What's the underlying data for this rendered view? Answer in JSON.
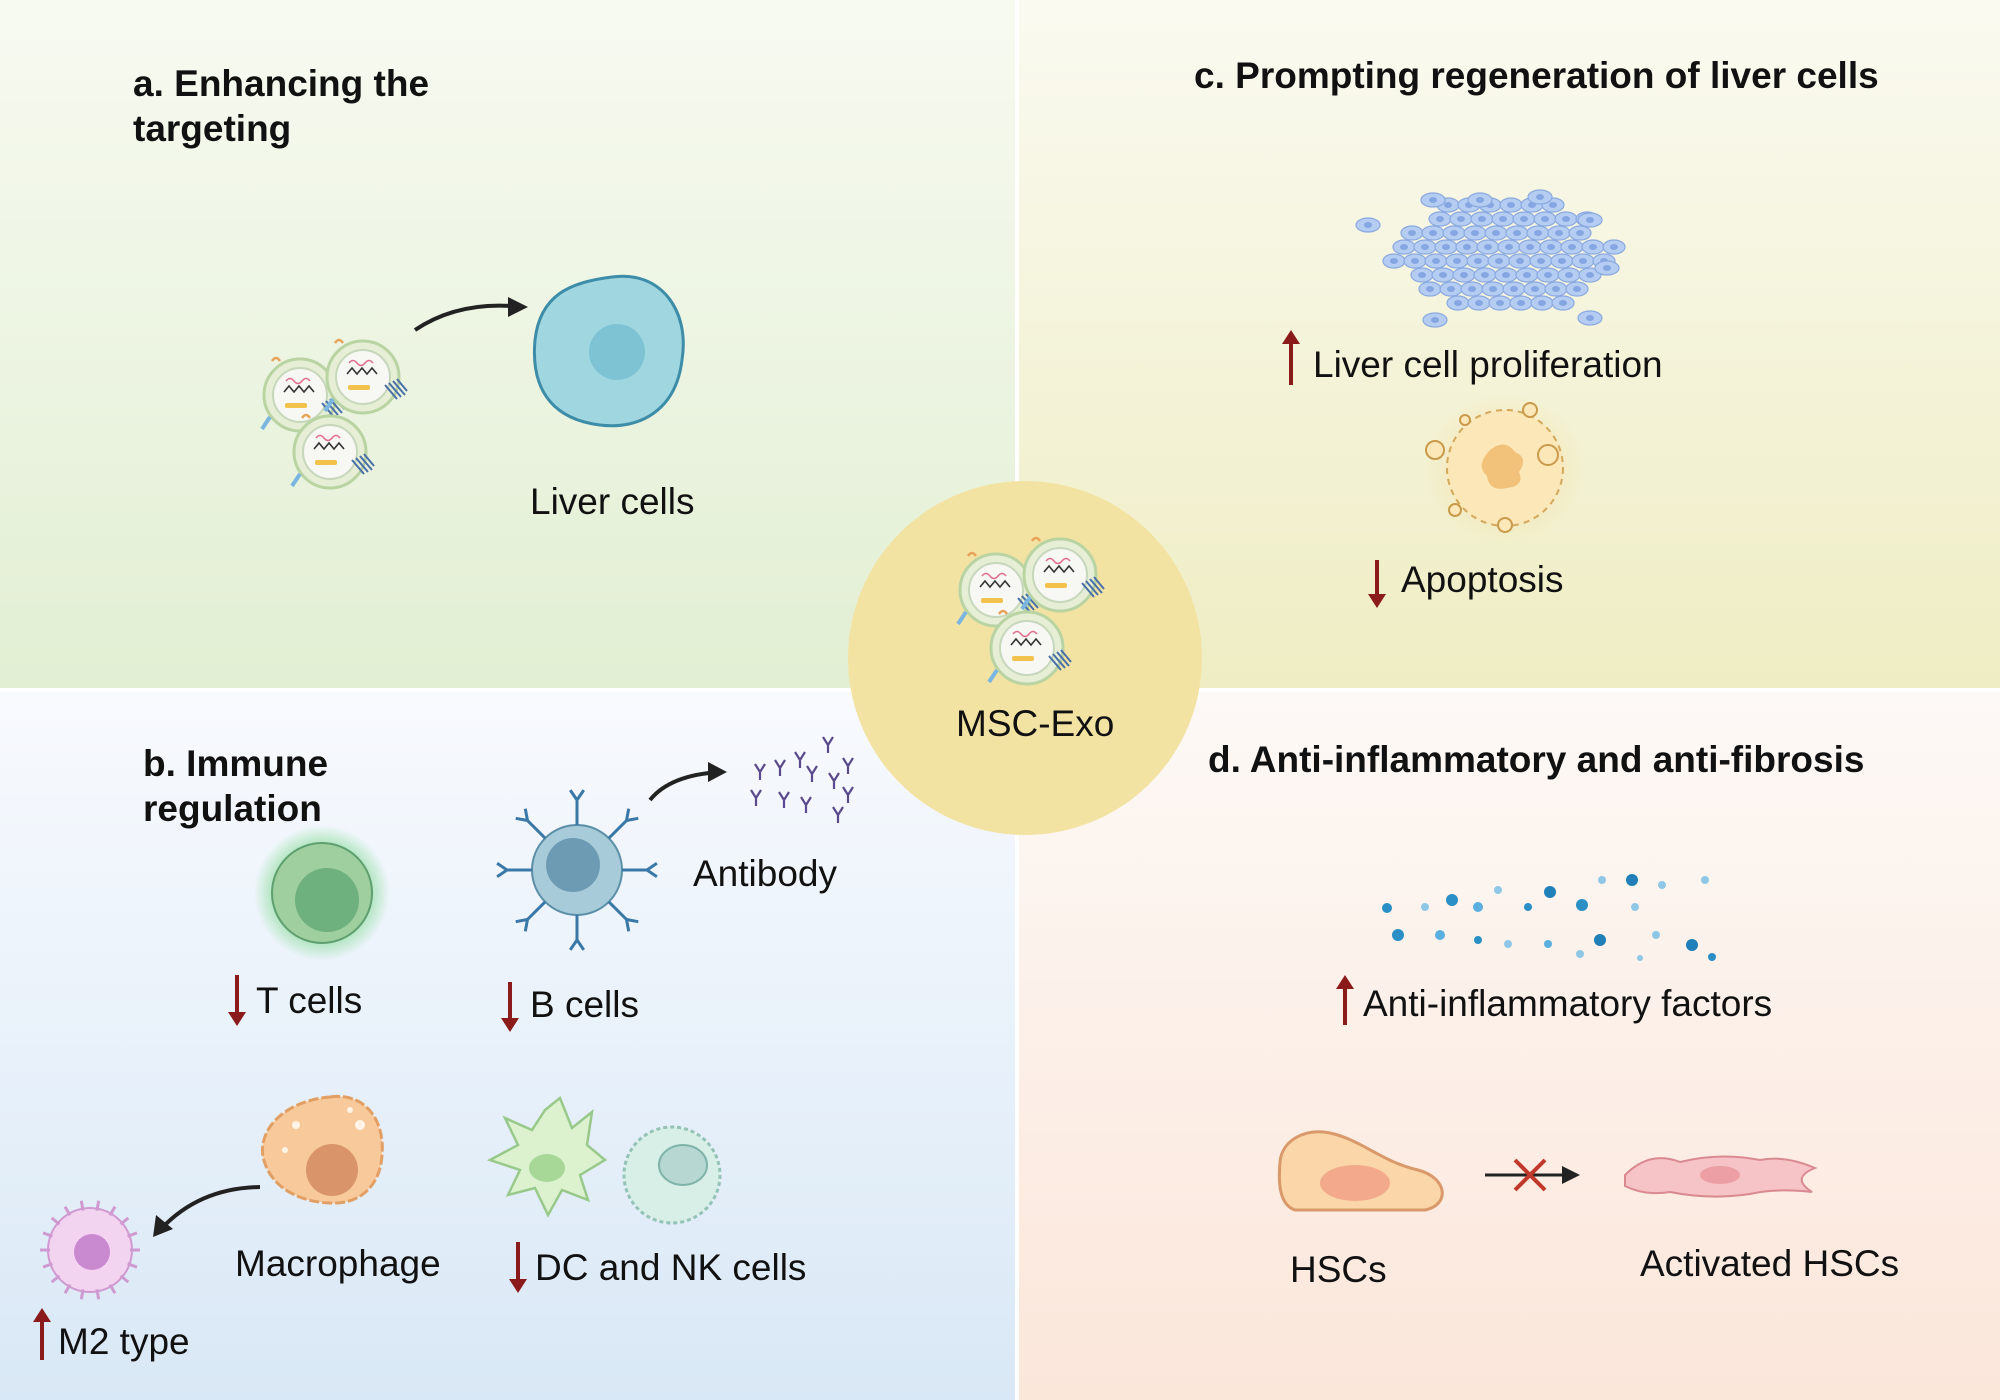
{
  "panels": {
    "a": {
      "title": "a. Enhancing the\ntargeting",
      "labels": {
        "liver_cells": "Liver cells"
      }
    },
    "b": {
      "title": "b. Immune\nregulation",
      "labels": {
        "antibody": "Antibody",
        "t_cells": "T cells",
        "b_cells": "B cells",
        "macrophage": "Macrophage",
        "dc_nk": "DC and NK cells",
        "m2": "M2 type"
      }
    },
    "c": {
      "title": "c. Prompting regeneration of liver cells",
      "labels": {
        "proliferation": "Liver cell proliferation",
        "apoptosis": "Apoptosis"
      }
    },
    "d": {
      "title": "d. Anti-inflammatory and anti-fibrosis",
      "labels": {
        "factors": "Anti-inflammatory factors",
        "hscs": "HSCs",
        "activated_hscs": "Activated HSCs"
      }
    }
  },
  "center": {
    "label": "MSC-Exo"
  },
  "colors": {
    "up_down_arrow": "#8b1a1a",
    "center_circle": "#f3e3a3",
    "blocked_mark": "#c0392b"
  }
}
